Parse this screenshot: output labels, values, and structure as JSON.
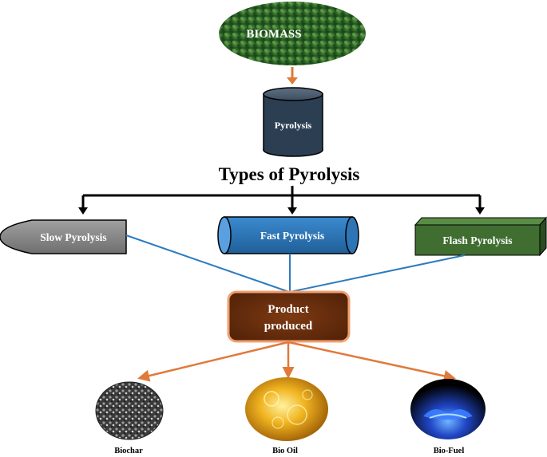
{
  "source": {
    "label": "BIOMASS"
  },
  "process": {
    "label": "Pyrolysis"
  },
  "types_heading": "Types of Pyrolysis",
  "types": [
    {
      "label": "Slow Pyrolysis"
    },
    {
      "label": "Fast Pyrolysis"
    },
    {
      "label": "Flash Pyrolysis"
    }
  ],
  "product": {
    "line1": "Product",
    "line2": "produced"
  },
  "outputs": [
    {
      "label": "Biochar"
    },
    {
      "label": "Bio Oil"
    },
    {
      "label": "Bio-Fuel"
    }
  ],
  "colors": {
    "biomass_green": "#2f6b2a",
    "cylinder_dark": "#2c3e52",
    "fast_blue": "#2e75b6",
    "slow_gray": "#8a8a8a",
    "flash_green": "#3f6e30",
    "product_brown": "#6b2f0e",
    "connector_blue": "#2e7bbf",
    "arrow_orange": "#e07a3a"
  }
}
